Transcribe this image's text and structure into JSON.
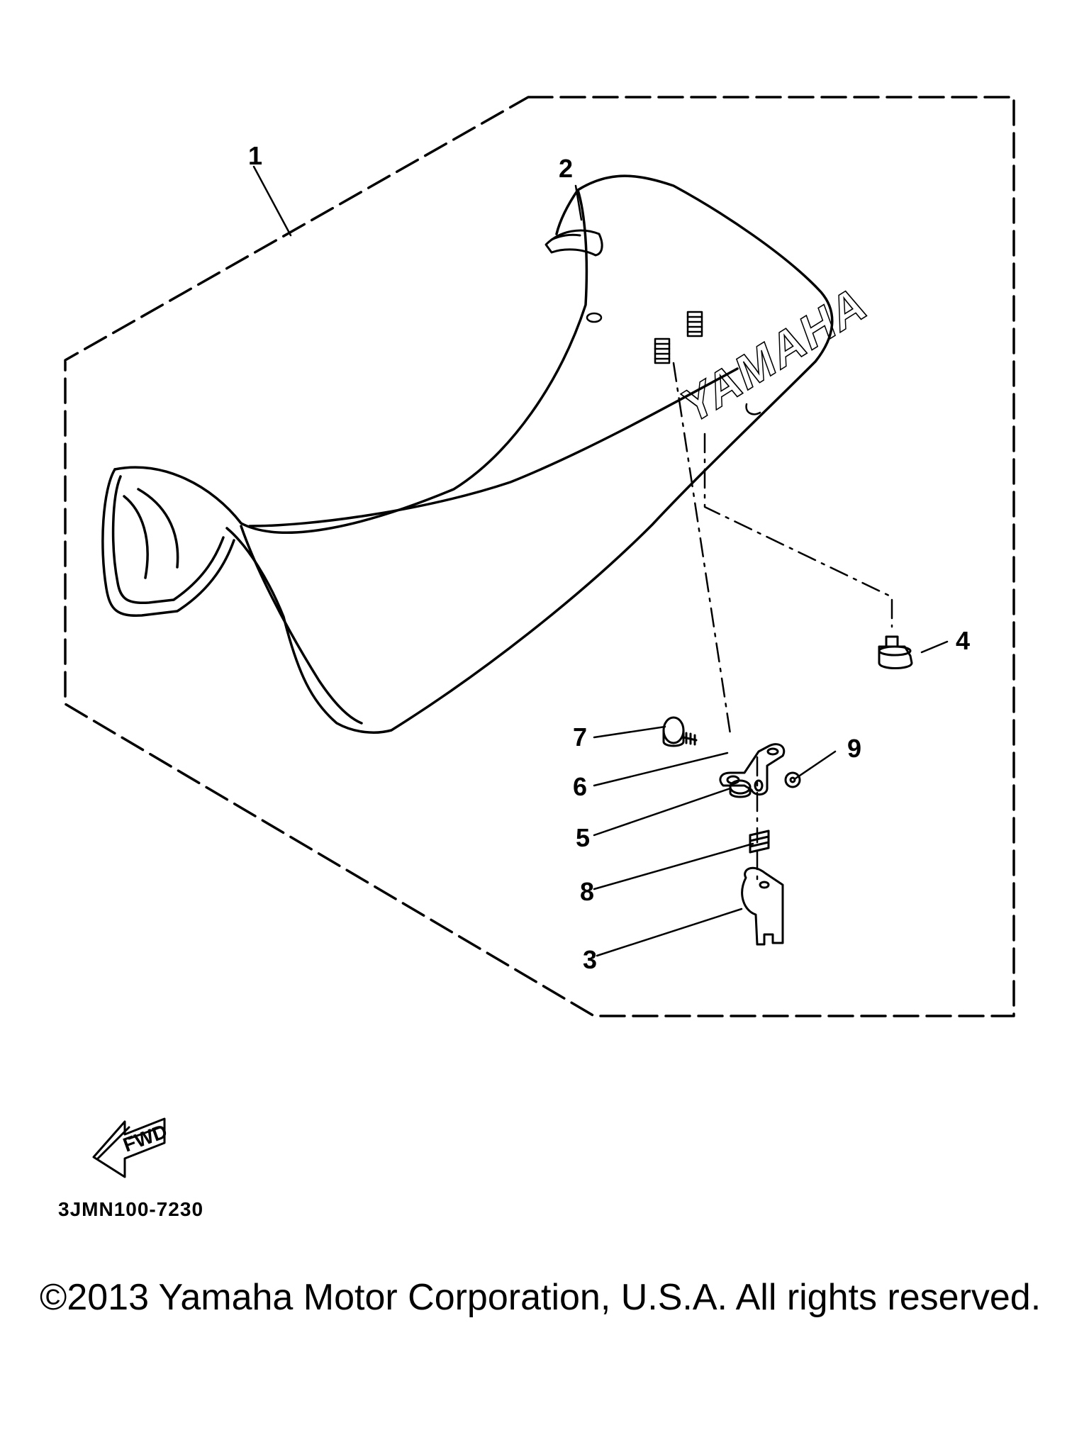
{
  "callouts": [
    "1",
    "2",
    "3",
    "4",
    "5",
    "6",
    "7",
    "8",
    "9"
  ],
  "seat_logo_text": "YAMAHA",
  "fwd_label": "FWD",
  "diagram_ref": "3JMN100-7230",
  "copyright": "©2013 Yamaha Motor Corporation, U.S.A. All rights reserved."
}
